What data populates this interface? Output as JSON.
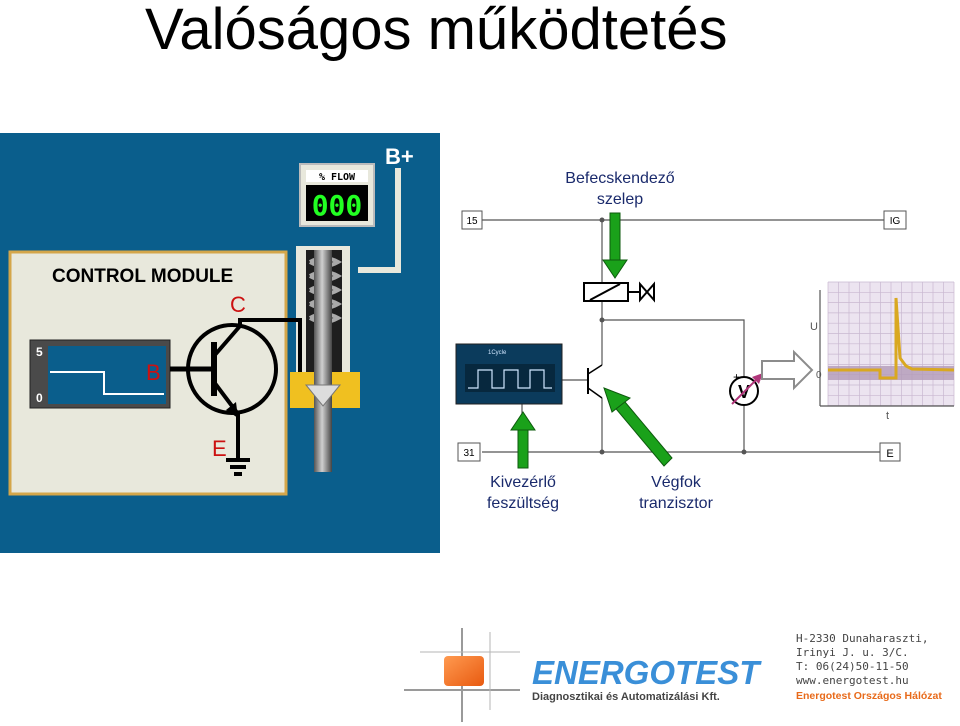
{
  "slide": {
    "title": "Valóságos működtetés"
  },
  "left_panel": {
    "colors": {
      "background": "#0a5e8c",
      "module": "#e8e8dc",
      "module_border": "#d4a64a",
      "display_green": "#22ff22",
      "plunger": "#444444",
      "valve_body": "#f0c020"
    },
    "flow_meter": {
      "label": "% FLOW",
      "value": "000"
    },
    "supply_label": "B+",
    "module_title": "CONTROL MODULE",
    "transistor": {
      "collector": "C",
      "base": "B",
      "emitter": "E"
    },
    "scope": {
      "top_label": "5",
      "bottom_label": "0"
    }
  },
  "circuit": {
    "terminal_15": "15",
    "terminal_ig": "IG",
    "terminal_31": "31",
    "terminal_e": "E",
    "injector_label_line1": "Befecskendező",
    "injector_label_line2": "szelep",
    "control_label_line1": "Kivezérlő",
    "control_label_line2": "feszültség",
    "transistor_label_line1": "Végfok",
    "transistor_label_line2": "tranzisztor",
    "voltmeter": {
      "symbol": "V",
      "plus": "+"
    },
    "mini_scope_label": "1Cycle",
    "colors": {
      "arrow_green": "#1aa11a",
      "wire": "#555555"
    }
  },
  "waveform": {
    "y_axis_label": "U",
    "x_axis_label": "t",
    "zero_label": "0",
    "colors": {
      "grid_bg": "#ece4f0",
      "band": "#b39ab8",
      "trace": "#d9a820"
    }
  },
  "logo": {
    "brand": "ENERGOTEST",
    "tagline": "Diagnosztikai és Automatizálási Kft.",
    "address_lines": [
      "H-2330 Dunaharaszti,",
      "Irinyi J. u. 3/C.",
      "T: 06(24)50-11-50",
      "www.energotest.hu"
    ],
    "network": "Energotest Országos Hálózat",
    "colors": {
      "brand": "#3a8fd8",
      "orange": "#f47a30",
      "network": "#e86a1a"
    }
  }
}
